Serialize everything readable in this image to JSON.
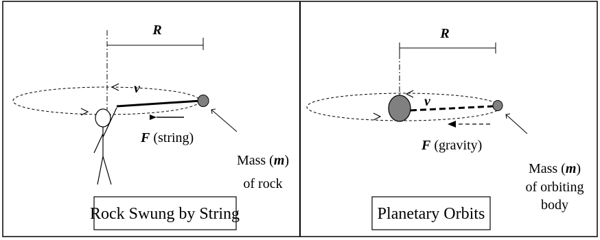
{
  "left_panel": {
    "radius_label": "R",
    "velocity_label": "v",
    "force_symbol": "F",
    "force_text": " (string)",
    "mass_line1_prefix": "Mass (",
    "mass_symbol": "m",
    "mass_line1_suffix": ")",
    "mass_line2": "of rock",
    "caption": "Rock Swung by String"
  },
  "right_panel": {
    "radius_label": "R",
    "velocity_label": "v",
    "force_symbol": "F",
    "force_text": " (gravity)",
    "mass_line1_prefix": "Mass (",
    "mass_symbol": "m",
    "mass_line1_suffix": ")",
    "mass_line2": "of orbiting",
    "mass_line3": "body",
    "caption": "Planetary Orbits"
  },
  "colors": {
    "line": "#000000",
    "mass_fill": "#808080",
    "background": "#ffffff"
  }
}
